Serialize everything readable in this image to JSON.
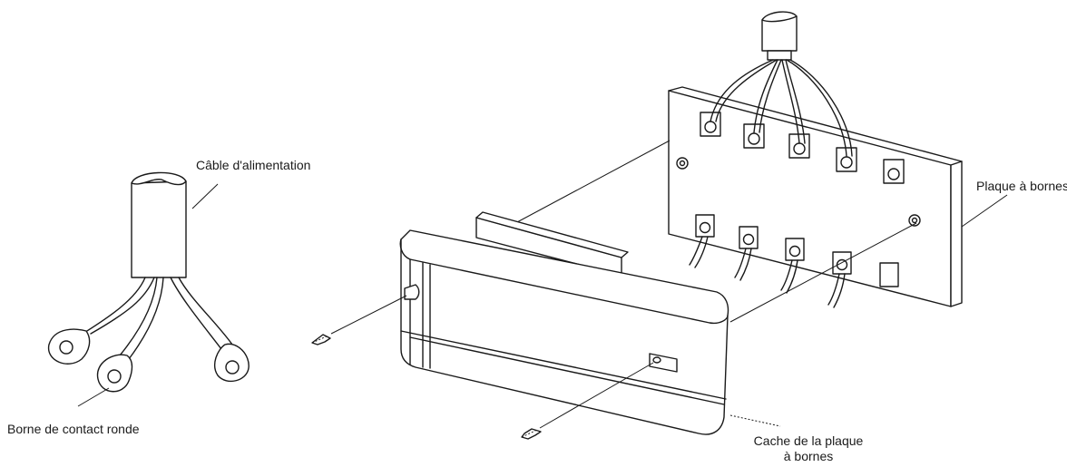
{
  "labels": {
    "power_cable": "Câble d'alimentation",
    "ring_terminal": "Borne de contact ronde",
    "terminal_block": "Plaque à bornes",
    "terminal_cover_line1": "Cache de la plaque",
    "terminal_cover_line2": "à bornes"
  }
}
